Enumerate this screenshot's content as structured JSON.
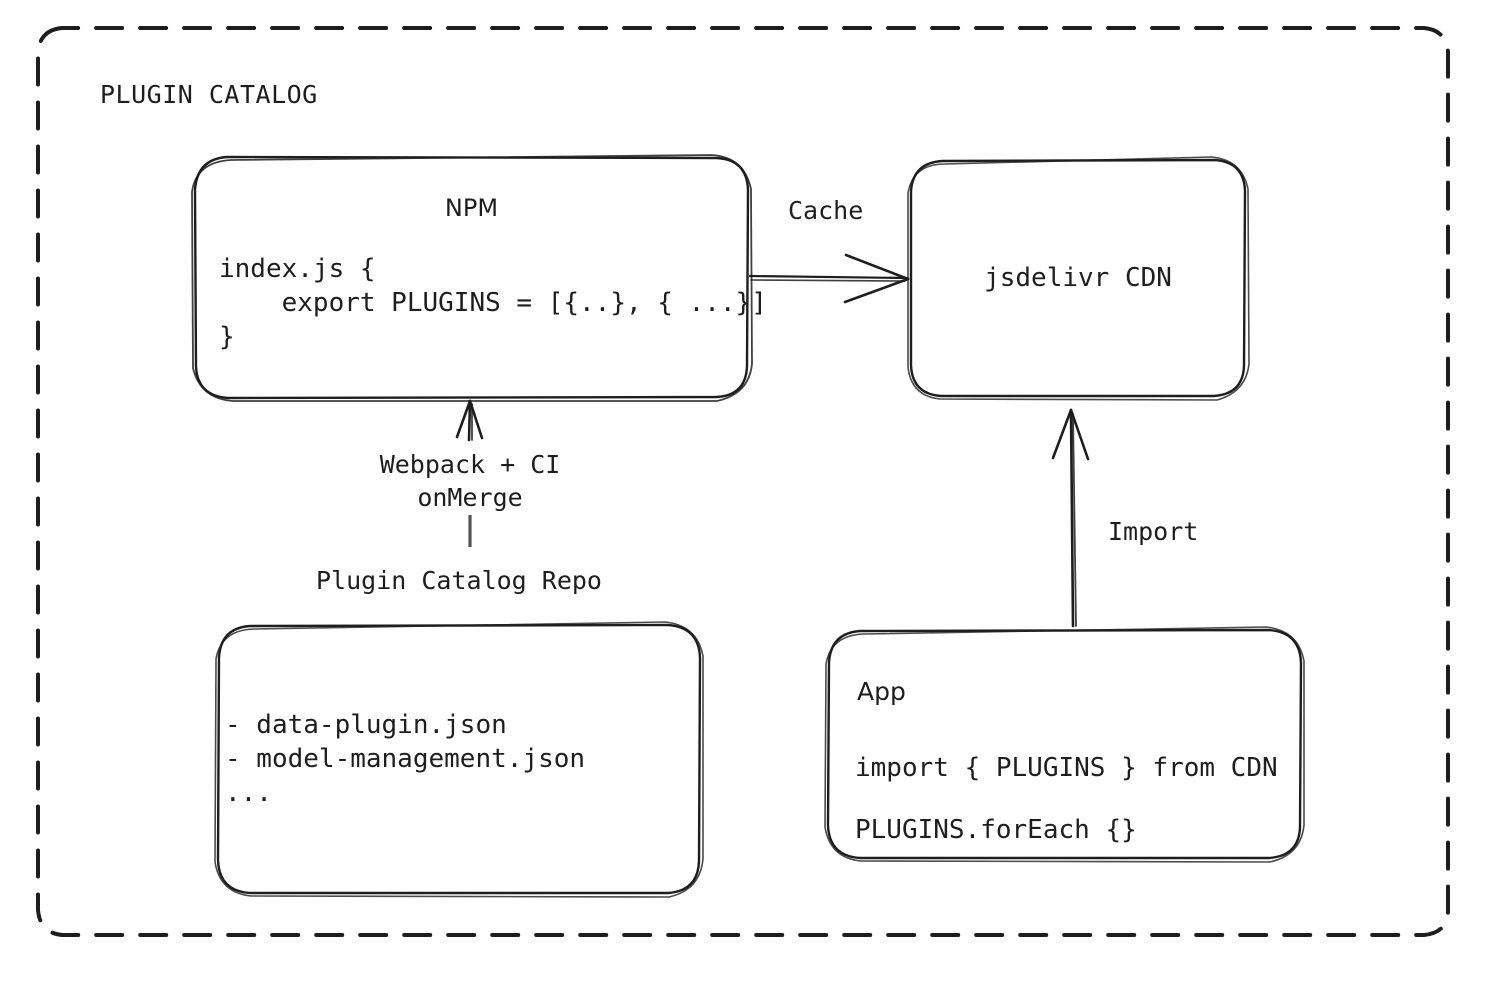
{
  "diagram": {
    "title": "PLUGIN CATALOG",
    "frame": {
      "style": "dashed-rounded-rect",
      "color": "#1e1e1e"
    },
    "stroke_color": "#1e1e1e",
    "background": "#ffffff",
    "nodes": {
      "npm": {
        "title": "NPM",
        "code_lines": [
          "index.js {",
          "    export PLUGINS = [{..}, { ...}]",
          "}"
        ]
      },
      "cdn": {
        "title": "jsdelivr CDN"
      },
      "repo": {
        "label": "Plugin Catalog Repo",
        "body_lines": [
          "- data-plugin.json",
          "- model-management.json",
          "..."
        ]
      },
      "app": {
        "title": "App",
        "code_lines": [
          "import { PLUGINS } from CDN",
          "PLUGINS.forEach {}"
        ]
      }
    },
    "edges": {
      "cache": {
        "label": "Cache",
        "from": "npm",
        "to": "cdn",
        "direction": "right"
      },
      "build": {
        "label": "Webpack + CI\nonMerge",
        "from": "repo",
        "to": "npm",
        "direction": "up"
      },
      "import": {
        "label": "Import",
        "from": "app",
        "to": "cdn",
        "direction": "up"
      }
    }
  }
}
